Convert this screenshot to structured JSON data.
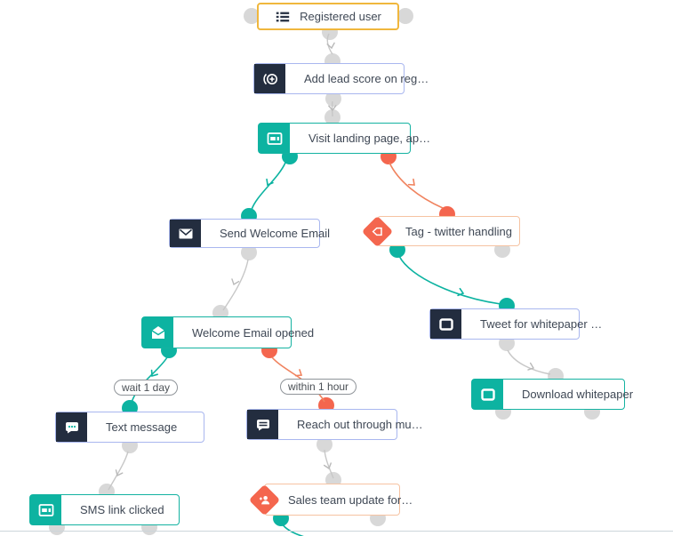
{
  "app": {
    "name": "Campaign builder canvas"
  },
  "colors": {
    "teal": "#0db3a1",
    "orange": "#f4664e",
    "orange_line": "#f0835f",
    "yellow_border": "#f0b73d",
    "blue_border": "#a9b7ef",
    "orange_border": "#f6c3a2",
    "dark_icon_bg": "#232d3f",
    "gray_dot": "#d8d8d8",
    "gray_line": "#c7c7c7"
  },
  "nodes": [
    {
      "label": "Registered user",
      "type": "contact-source"
    },
    {
      "label": "Add lead score on reg…",
      "type": "action"
    },
    {
      "label": "Visit landing page, ap…",
      "type": "decision"
    },
    {
      "label": "Send Welcome Email",
      "type": "action"
    },
    {
      "label": "Tag - twitter handling",
      "type": "condition"
    },
    {
      "label": "Welcome Email opened",
      "type": "decision"
    },
    {
      "label": "Tweet for whitepaper …",
      "type": "action"
    },
    {
      "label": "Download whitepaper",
      "type": "decision"
    },
    {
      "label": "Text message",
      "type": "action"
    },
    {
      "label": "Reach out through mu…",
      "type": "action"
    },
    {
      "label": "SMS link clicked",
      "type": "decision"
    },
    {
      "label": "Sales team update for…",
      "type": "condition"
    }
  ],
  "edge_labels": [
    {
      "text": "wait 1 day"
    },
    {
      "text": "within 1 hour"
    }
  ]
}
